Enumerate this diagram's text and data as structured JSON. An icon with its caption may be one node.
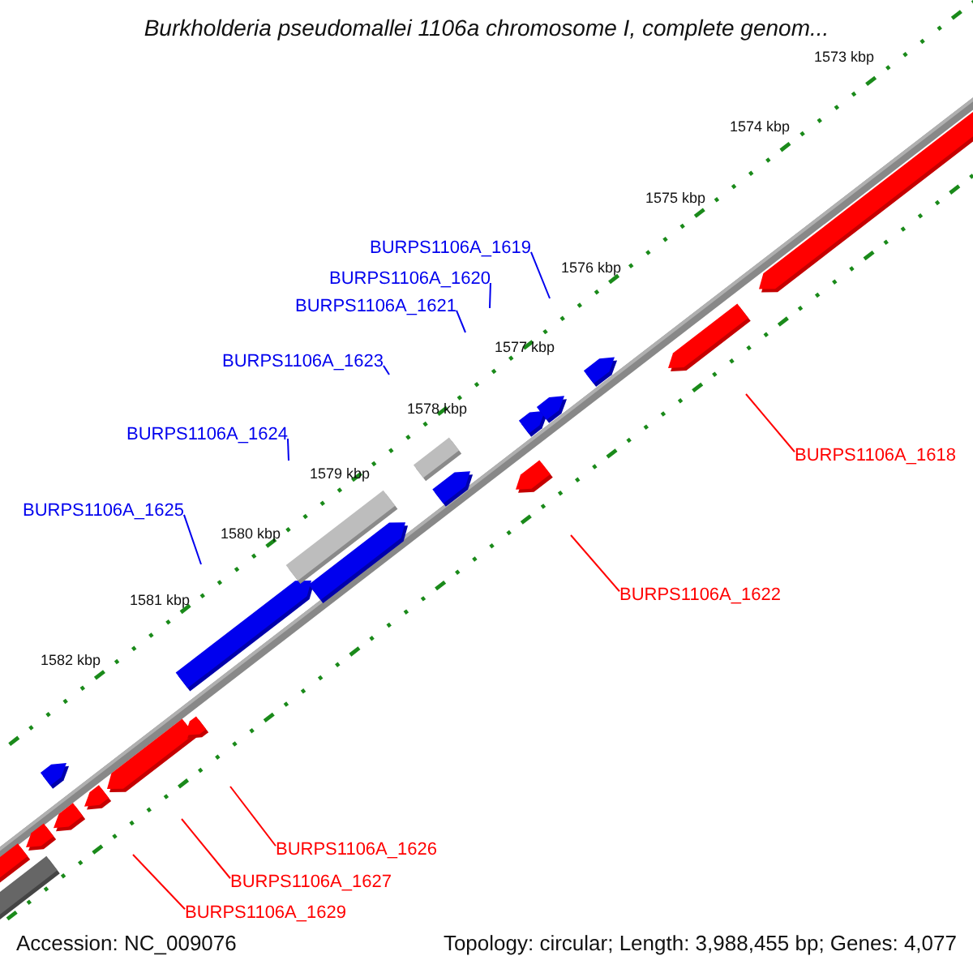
{
  "diagram": {
    "title": "Burkholderia pseudomallei 1106a chromosome I, complete genom...",
    "nodes": [
      {
        "text": [
          "BURPS1106A_1619"
        ]
      },
      {
        "text": [
          "BURPS1106A_1620"
        ]
      },
      {
        "text": [
          "BURPS1106A_1621"
        ]
      },
      {
        "text": [
          "BURPS1106A_1623"
        ]
      },
      {
        "text": [
          "BURPS1106A_1624"
        ]
      },
      {
        "text": [
          "BURPS1106A_1618"
        ]
      },
      {
        "text": [
          "BURPS1106A_1625"
        ]
      },
      {
        "text": [
          "BURPS1106A_1622"
        ]
      },
      {
        "text": [
          "BURPS1106A_1626"
        ]
      },
      {
        "text": [
          "BURPS1106A_1627"
        ]
      },
      {
        "text": [
          "BURPS1106A_1629"
        ]
      }
    ],
    "edges": [
      {
        "from": 0,
        "to": null,
        "arrow": "none"
      },
      {
        "from": 1,
        "to": null,
        "arrow": "none"
      },
      {
        "from": 2,
        "to": null,
        "arrow": "none"
      },
      {
        "from": 3,
        "to": null,
        "arrow": "none"
      },
      {
        "from": 4,
        "to": null,
        "arrow": "none"
      },
      {
        "from": 5,
        "to": null,
        "arrow": "none",
        "color": "#ff0000"
      },
      {
        "from": 6,
        "to": null,
        "arrow": "none"
      },
      {
        "from": 7,
        "to": null,
        "arrow": "none",
        "color": "#ff0000"
      },
      {
        "from": 8,
        "to": null,
        "arrow": "none",
        "color": "#ff0000"
      },
      {
        "from": 9,
        "to": null,
        "arrow": "none",
        "color": "#ff0000"
      },
      {
        "from": 10,
        "to": null,
        "arrow": "none",
        "color": "#ff0000"
      }
    ],
    "labels": [
      "1573 kbp",
      "1574 kbp",
      "1575 kbp",
      "1576 kbp",
      "1577 kbp",
      "1578 kbp",
      "1579 kbp",
      "1580 kbp",
      "1581 kbp",
      "1582 kbp",
      "Accession: NC_009076",
      "Topology: circular; Length: 3,988,455 bp; Genes: 4,077"
    ]
  }
}
